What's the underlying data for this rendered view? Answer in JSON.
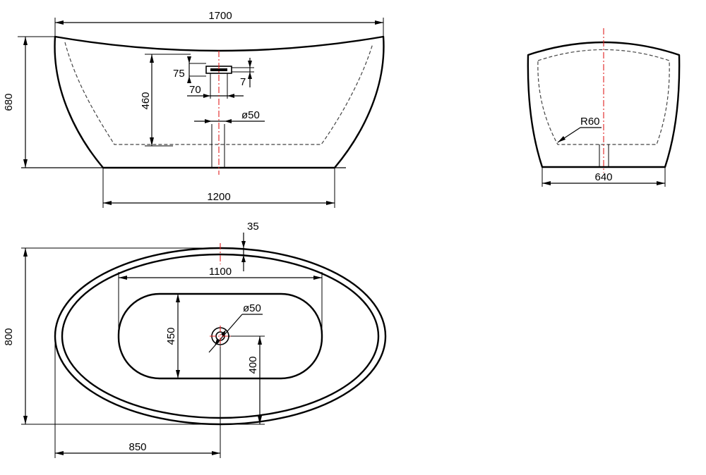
{
  "dimensions": {
    "length_total": "1700",
    "height_total": "680",
    "base_length": "1200",
    "overflow_depth": "460",
    "overflow_height": "75",
    "overflow_width": "70",
    "overflow_thickness": "7",
    "drain_front": "ø50",
    "end_width": "640",
    "inner_radius": "R60",
    "rim_width": "35",
    "inner_length": "1100",
    "width_total": "800",
    "inner_width": "450",
    "drain_offset_y": "400",
    "drain_top": "ø50",
    "drain_offset_x": "850"
  },
  "colors": {
    "outline": "#000000",
    "centerline": "#e02020"
  }
}
